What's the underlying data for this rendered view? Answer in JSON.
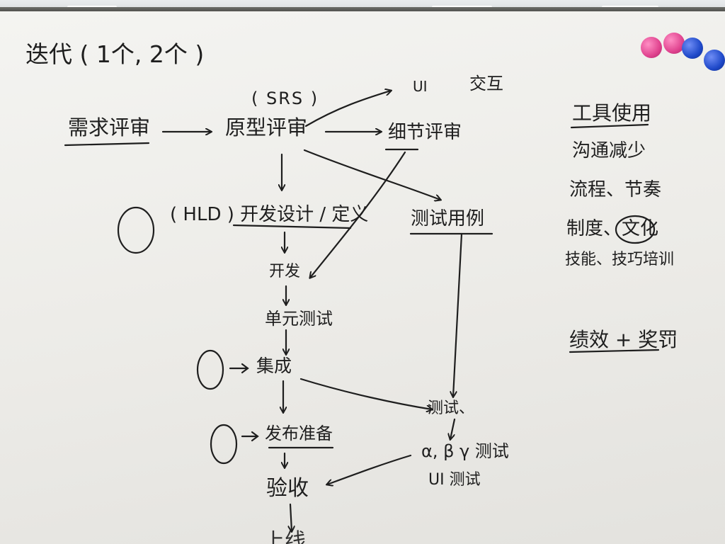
{
  "title": "迭代 ( 1个, 2个 )",
  "board": {
    "srs": "( SRS )",
    "ui_note": "UI",
    "exchange_note": "交互",
    "req_review": "需求评审",
    "proto_review": "原型评审",
    "detail_review": "细节评审",
    "hld": "( HLD ) 开发设计 / 定义",
    "test_cases": "测试用例",
    "develop": "开发",
    "unit_test": "单元测试",
    "integration": "集成",
    "testing": "测试、",
    "release_prep": "发布准备",
    "alpha_beta": "α, β  γ 测试",
    "ui_test": "UI 测试",
    "acceptance": "验收",
    "bottom_cut": "上线"
  },
  "side_notes": {
    "heading": "工具使用",
    "items": [
      "沟通减少",
      "流程、节奏",
      "制度、文化",
      "技能、技巧培训"
    ],
    "kpi": "绩效 + 奖罚"
  },
  "colors": {
    "ink": "#1e1e1e",
    "board": "#efeeea",
    "magnet_pink": "#e0438f",
    "magnet_blue": "#1f49c9"
  }
}
